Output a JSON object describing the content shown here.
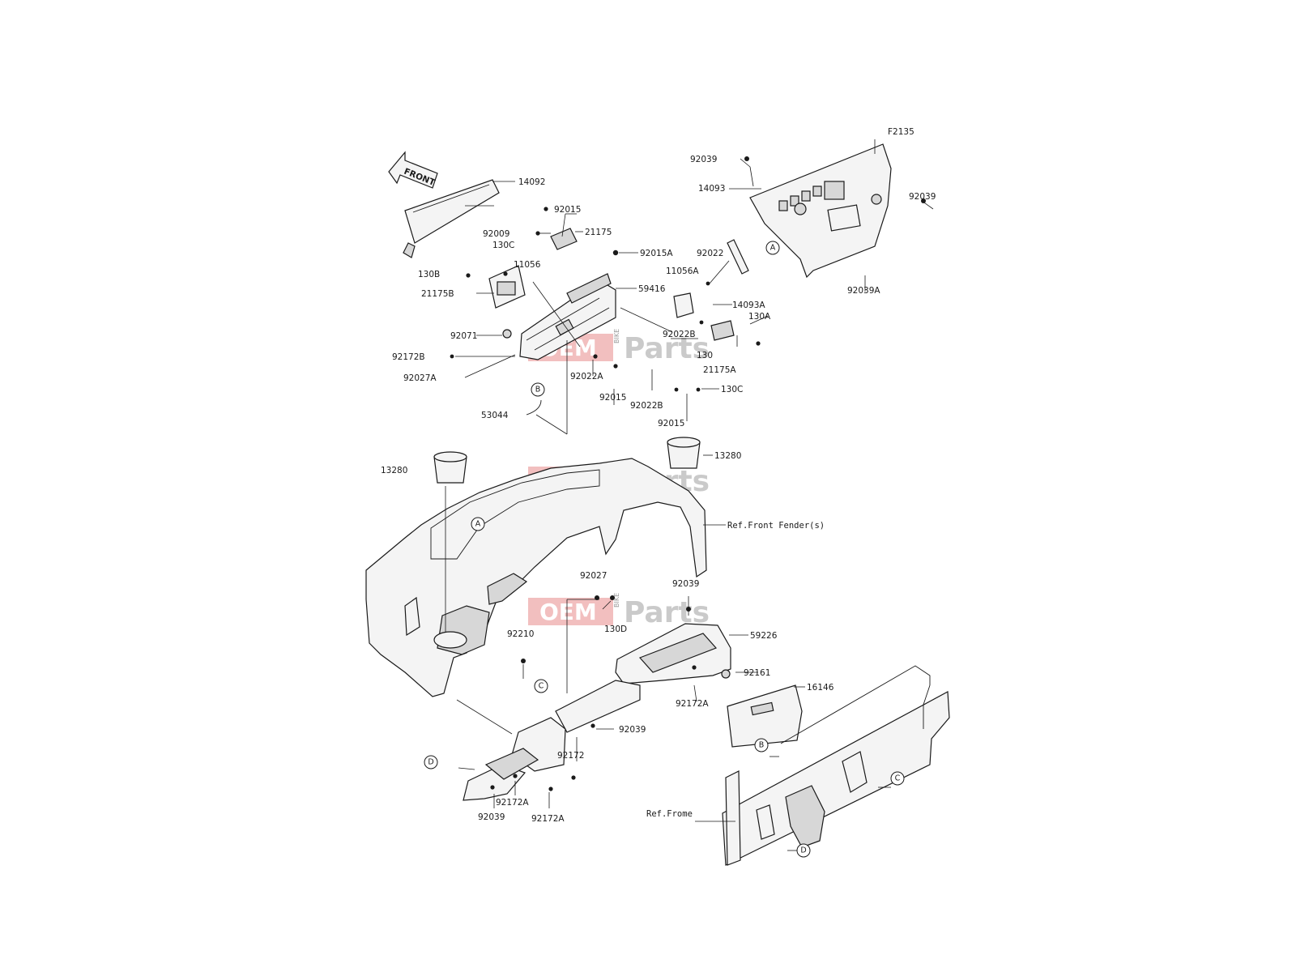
{
  "diagram_code": "F2135",
  "front_arrow": "FRONT",
  "watermark": {
    "oem": "OEM",
    "bike": "BIKE",
    "parts": "Parts"
  },
  "labels": {
    "p14092": "14092",
    "p92015_a": "92015",
    "p92009": "92009",
    "p21175": "21175",
    "p130C_a": "130C",
    "p92015A": "92015A",
    "p11056": "11056",
    "p130B": "130B",
    "p21175B": "21175B",
    "p59416": "59416",
    "p92071": "92071",
    "p92172B": "92172B",
    "p92027A": "92027A",
    "p92022A": "92022A",
    "p92015_b": "92015",
    "p92022B_a": "92022B",
    "p92015_c": "92015",
    "p53044": "53044",
    "p92039_a": "92039",
    "p14093": "14093",
    "p92039_b": "92039",
    "p92022": "92022",
    "p11056A": "11056A",
    "p14093A": "14093A",
    "p92039A": "92039A",
    "p130A": "130A",
    "p92022B_b": "92022B",
    "p130": "130",
    "p21175A": "21175A",
    "p130C_b": "130C",
    "p13280_a": "13280",
    "p13280_b": "13280",
    "ref_front_fender": "Ref.Front Fender(s)",
    "p92027": "92027",
    "p130D": "130D",
    "p92039_c": "92039",
    "p59226": "59226",
    "p92210": "92210",
    "p92161": "92161",
    "p16146": "16146",
    "p92172A_a": "92172A",
    "p92039_d": "92039",
    "p92172": "92172",
    "p92172A_b": "92172A",
    "p92039_e": "92039",
    "p92172A_c": "92172A",
    "ref_frame": "Ref.Frome"
  },
  "callouts": {
    "a1": "A",
    "a2": "A",
    "b1": "B",
    "b2": "B",
    "c1": "C",
    "c2": "C",
    "d1": "D",
    "d2": "D"
  }
}
